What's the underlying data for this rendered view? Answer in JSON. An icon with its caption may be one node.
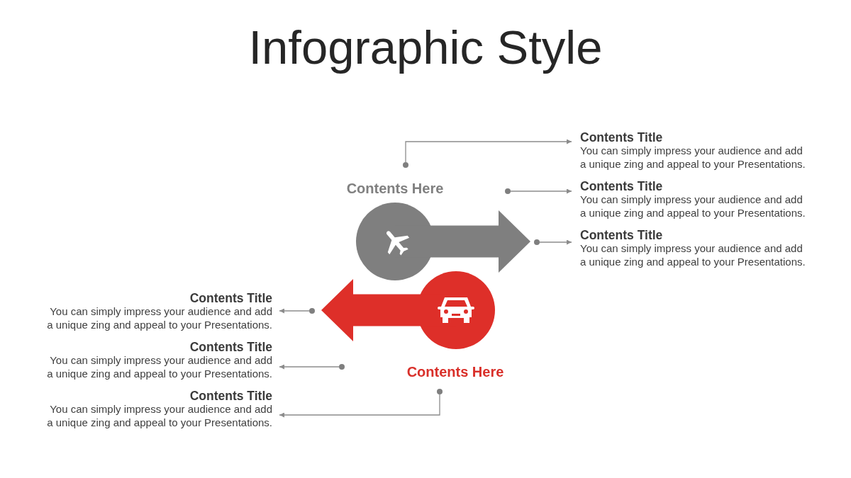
{
  "diagram": {
    "title": "Infographic Style",
    "nodes": [
      {
        "text": [
          "Contents Here"
        ]
      },
      {
        "text": [],
        "shape": "circle"
      },
      {
        "text": [],
        "shape": "circle"
      },
      {
        "text": [],
        "shape": "circle"
      },
      {
        "text": [
          "Contents Title",
          "You can simply impress your audience and add a unique zing and appeal to your Presentations."
        ]
      },
      {
        "text": [
          "Contents Title",
          "You can simply impress your audience and add a unique zing and appeal to your Presentations."
        ]
      },
      {
        "text": [
          "Contents Title",
          "You can simply impress your audience and add a unique zing and appeal to your Presentations."
        ]
      },
      {
        "text": [
          "Contents Here"
        ]
      },
      {
        "text": [],
        "shape": "circle"
      },
      {
        "text": [],
        "shape": "circle"
      },
      {
        "text": [],
        "shape": "circle"
      },
      {
        "text": [
          "Contents Title",
          "You can simply impress your audience and add a unique zing and appeal to your Presentations."
        ]
      },
      {
        "text": [
          "Contents Title",
          "You can simply impress your audience and add a unique zing and appeal to your Presentations."
        ]
      },
      {
        "text": [
          "Contents Title",
          "You can simply impress your audience and add a unique zing and appeal to your Presentations."
        ]
      }
    ],
    "edges": [
      {
        "from": 1,
        "to": 4,
        "arrow": "to"
      },
      {
        "from": 2,
        "to": 5,
        "arrow": "to"
      },
      {
        "from": 3,
        "to": 6,
        "arrow": "to"
      },
      {
        "from": 8,
        "to": 11,
        "arrow": "to"
      },
      {
        "from": 9,
        "to": 12,
        "arrow": "to"
      },
      {
        "from": 10,
        "to": 13,
        "arrow": "to"
      }
    ]
  }
}
